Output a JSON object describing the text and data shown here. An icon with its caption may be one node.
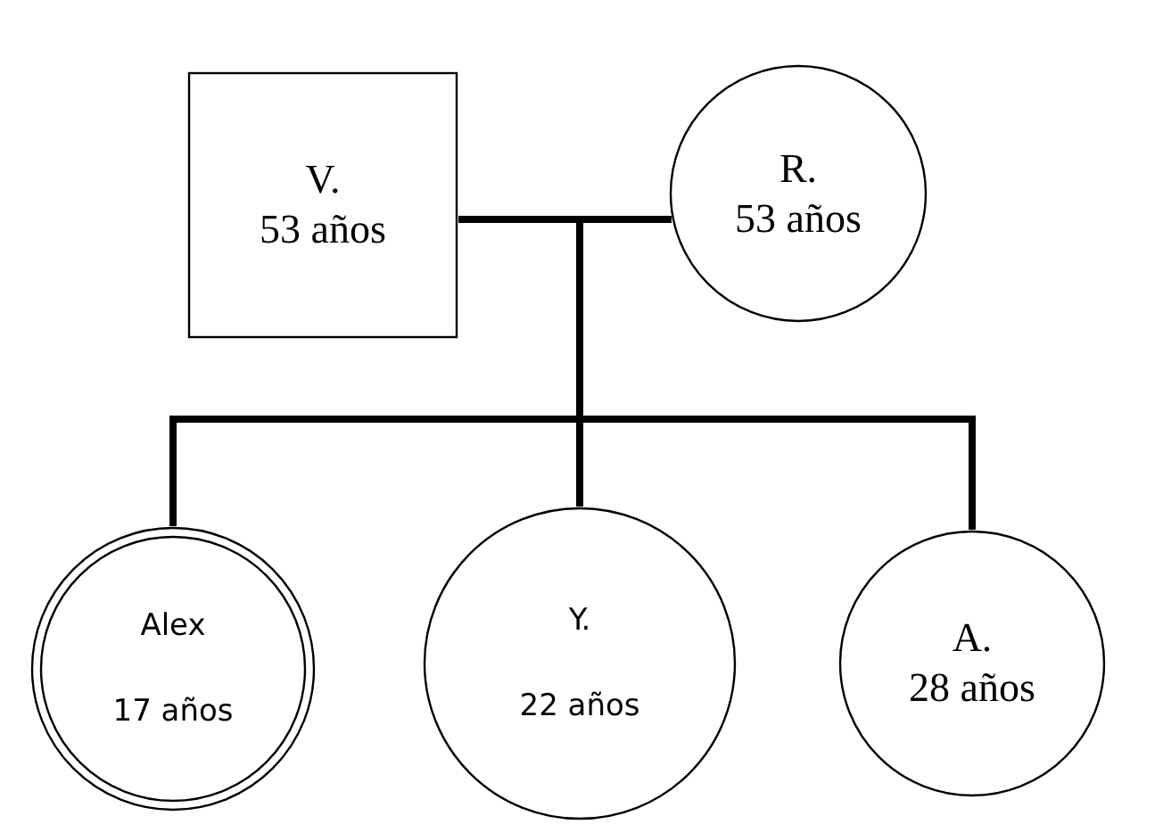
{
  "diagram": {
    "nodes": [
      {
        "text": [
          "V.",
          "53 años"
        ]
      },
      {
        "text": [
          "R.",
          "53 años"
        ]
      },
      {
        "text": [
          "Alex",
          "17 años"
        ]
      },
      {
        "text": [
          "Y.",
          "22 años"
        ]
      },
      {
        "text": [
          "A.",
          "28 años"
        ]
      }
    ],
    "edges": [
      {
        "from": 0,
        "to": 1,
        "arrow": "none"
      },
      {
        "from": 0,
        "to": 2,
        "arrow": "none"
      },
      {
        "from": 0,
        "to": 3,
        "arrow": "none"
      },
      {
        "from": 0,
        "to": 4,
        "arrow": "none"
      },
      {
        "from": 1,
        "to": 2,
        "arrow": "none"
      },
      {
        "from": 1,
        "to": 3,
        "arrow": "none"
      },
      {
        "from": 1,
        "to": 4,
        "arrow": "none"
      }
    ]
  }
}
